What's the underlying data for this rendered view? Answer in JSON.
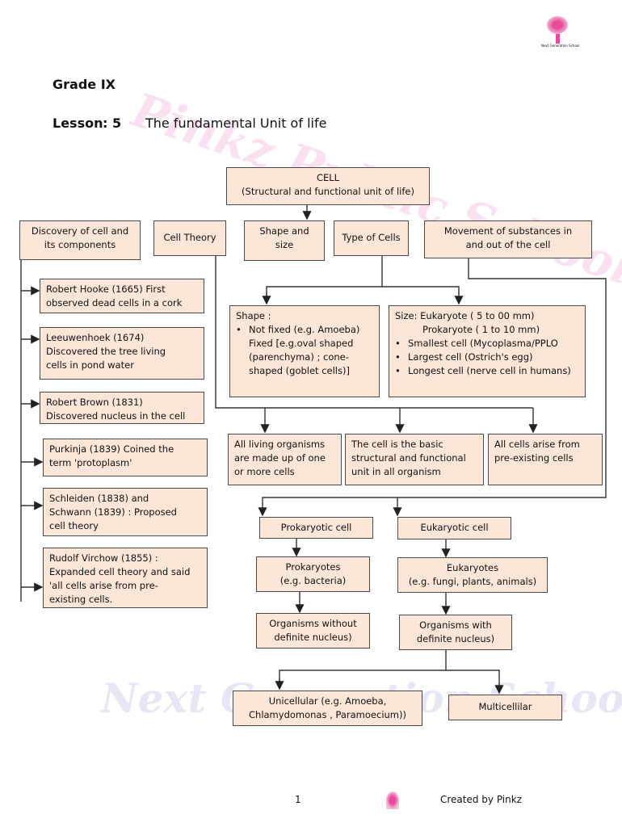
{
  "header": {
    "grade": "Grade IX",
    "lesson_label": "Lesson",
    "lesson_sep": ": 5",
    "lesson_title": "The fundamental Unit of life",
    "logo_caption": "Next Generation School"
  },
  "watermark": {
    "top": "Pinkz Public School",
    "bottom": "Next Generation School"
  },
  "boxes": {
    "cell": [
      "CELL",
      "(Structural and functional unit of life)"
    ],
    "discovery": [
      "Discovery of cell and",
      "its components"
    ],
    "cell_theory": [
      "Cell Theory"
    ],
    "shape_size": [
      "Shape and",
      "size"
    ],
    "type_cells": [
      "Type of Cells"
    ],
    "movement": [
      "Movement of substances in",
      "and out of the cell"
    ],
    "hooke": [
      "Robert Hooke (1665) First",
      "observed dead cells in a cork"
    ],
    "leeuwenhoek": [
      "Leeuwenhoek  (1674)",
      "Discovered the tree living",
      "cells in pond water"
    ],
    "brown": [
      "Robert Brown (1831)",
      "Discovered nucleus in the cell"
    ],
    "purkinja": [
      "Purkinja (1839) Coined the",
      "term  'protoplasm'"
    ],
    "schleiden": [
      "Schleiden  (1838) and",
      "Schwann (1839) : Proposed",
      "cell theory"
    ],
    "virchow": [
      "Rudolf Virchow (1855) :",
      "Expanded cell theory and said",
      "'all cells arise from pre-",
      "existing cells."
    ],
    "shape": [
      "Shape :",
      "Not fixed (e.g. Amoeba)",
      "Fixed [e.g.oval shaped",
      "(parenchyma) ; cone-",
      "shaped (goblet cells)]"
    ],
    "size": [
      "Size: Eukaryote ( 5 to  00 mm)",
      "Prokaryote ( 1 to 10 mm)",
      "Smallest cell (Mycoplasma/PPLO",
      "Largest cell (Ostrich's egg)",
      "Longest cell (nerve cell in humans)"
    ],
    "theory1": [
      "All living organisms",
      "are made up of one",
      "or more cells"
    ],
    "theory2": [
      "The cell is the basic",
      "structural and functional",
      "unit in all organism"
    ],
    "theory3": [
      "All cells arise from",
      "pre-existing cells"
    ],
    "prokaryotic": [
      "Prokaryotic cell"
    ],
    "eukaryotic": [
      "Eukaryotic  cell"
    ],
    "prokaryotes": [
      "Prokaryotes",
      "(e.g. bacteria)"
    ],
    "eukaryotes": [
      "Eukaryotes",
      "(e.g. fungi, plants, animals)"
    ],
    "without": [
      "Organisms without",
      "definite nucleus)"
    ],
    "with": [
      "Organisms with",
      "definite nucleus)"
    ],
    "unicellular": [
      "Unicellular (e.g. Amoeba,",
      "Chlamydomonas , Paramoecium))"
    ],
    "multicellular": [
      "Multicellilar"
    ]
  },
  "footer": {
    "page": "1",
    "credit": "Created by Pinkz"
  }
}
